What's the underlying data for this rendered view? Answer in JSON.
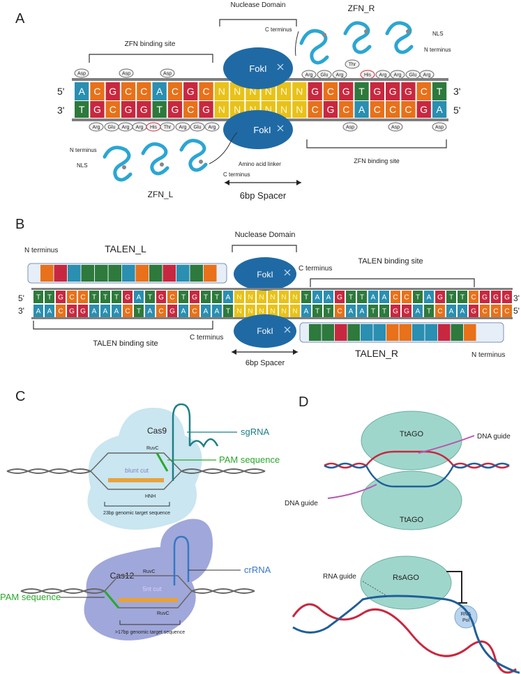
{
  "panels": {
    "A": {
      "letter": "A",
      "nuclease_domain": "Nuclease Domain",
      "zfn_r": "ZFN_R",
      "zfn_l": "ZFN_L",
      "zfn_binding_site_top": "ZFN binding site",
      "zfn_binding_site_bottom": "ZFN binding site",
      "c_terminus_top": "C terminus",
      "c_terminus_bottom": "C terminus",
      "n_terminus_right": "N terminus",
      "n_terminus_left": "N terminus",
      "nls_right": "NLS",
      "nls_left": "NLS",
      "amino_acid_linker": "Amino acid linker",
      "spacer": "6bp Spacer",
      "fokI": "FokI",
      "five_prime": "5'",
      "three_prime": "3'",
      "top_seq": [
        "A",
        "C",
        "G",
        "C",
        "C",
        "A",
        "C",
        "G",
        "C",
        "N",
        "N",
        "N",
        "N",
        "N",
        "N",
        "G",
        "C",
        "G",
        "T",
        "G",
        "G",
        "G",
        "C",
        "T"
      ],
      "bottom_seq": [
        "T",
        "G",
        "C",
        "G",
        "G",
        "T",
        "G",
        "C",
        "G",
        "N",
        "N",
        "N",
        "N",
        "N",
        "N",
        "C",
        "G",
        "C",
        "A",
        "C",
        "C",
        "C",
        "G",
        "A"
      ],
      "top_residues_left": [
        "Asp",
        "Asp",
        "Asp"
      ],
      "top_residues_right": [
        "Arg",
        "Glu",
        "Arg",
        "Thr",
        "His",
        "Arg",
        "Arg",
        "Glu",
        "Arg"
      ],
      "bottom_residues_left": [
        "Arg",
        "Glu",
        "Arg",
        "Arg",
        "His",
        "Thr",
        "Arg",
        "Glu",
        "Arg"
      ],
      "bottom_residues_right": [
        "Asp",
        "Asp",
        "Asp"
      ]
    },
    "B": {
      "letter": "B",
      "nuclease_domain": "Nuclease Domain",
      "talen_l": "TALEN_L",
      "talen_r": "TALEN_R",
      "n_terminus_left": "N terminus",
      "n_terminus_right": "N terminus",
      "c_terminus_top": "C terminus",
      "c_terminus_bottom": "C terminus",
      "binding_site_top": "TALEN binding site",
      "binding_site_bottom": "TALEN binding site",
      "spacer": "6bp Spacer",
      "fokI": "FokI",
      "five_prime": "5'",
      "three_prime": "3'",
      "top_seq": [
        "T",
        "T",
        "G",
        "C",
        "C",
        "T",
        "T",
        "T",
        "G",
        "A",
        "T",
        "G",
        "C",
        "T",
        "G",
        "T",
        "T",
        "A",
        "N",
        "N",
        "N",
        "N",
        "N",
        "N",
        "T",
        "A",
        "A",
        "G",
        "T",
        "T",
        "A",
        "A",
        "C",
        "C",
        "T",
        "A",
        "G",
        "T",
        "T",
        "C",
        "G",
        "G",
        "G"
      ],
      "bottom_seq": [
        "A",
        "A",
        "C",
        "G",
        "G",
        "A",
        "A",
        "A",
        "C",
        "T",
        "A",
        "C",
        "G",
        "A",
        "C",
        "A",
        "A",
        "T",
        "N",
        "N",
        "N",
        "N",
        "N",
        "N",
        "A",
        "T",
        "T",
        "C",
        "A",
        "A",
        "T",
        "T",
        "G",
        "G",
        "A",
        "T",
        "C",
        "A",
        "A",
        "G",
        "C",
        "C",
        "C"
      ]
    },
    "C": {
      "letter": "C",
      "cas9": "Cas9",
      "sgrna": "sgRNA",
      "pam_top": "PAM sequence",
      "ruvc_top": "RuvC",
      "blunt_cut": "blunt cut",
      "hnh": "HNH",
      "target_23": "23bp genomic target sequence",
      "cas12": "Cas12",
      "crrna": "crRNA",
      "pam_bottom": "PAM sequence",
      "ruvc_b1": "RuvC",
      "cut_5nt": "5nt cut",
      "ruvc_b2": "RuvC",
      "target_17": ">17bp genomic target sequence"
    },
    "D": {
      "letter": "D",
      "ttago_top": "TtAGO",
      "ttago_bottom": "TtAGO",
      "dna_guide_right": "DNA guide",
      "dna_guide_left": "DNA guide",
      "rna_guide": "RNA guide",
      "rsago": "RsAGO",
      "rna_pol_1": "RNA",
      "rna_pol_2": "Pol"
    }
  },
  "colors": {
    "A": "#2a8fb0",
    "C": "#e8711a",
    "G": "#c8283f",
    "T": "#2d7a3c",
    "N": "#e8c21a",
    "protein": "#2ba6d3",
    "fokI": "#1f6aa5",
    "backbone": "#7f7f7f",
    "sgrna": "#1e7f86",
    "pam": "#2aa82a",
    "crrna": "#3778c4",
    "cas9_body": "#c3e3ef",
    "cas12_body": "#8f98d4",
    "ago_body": "#9fd6cc",
    "dna_red": "#c8283f",
    "dna_blue": "#1f5f97",
    "guide_magenta": "#b857b0"
  }
}
